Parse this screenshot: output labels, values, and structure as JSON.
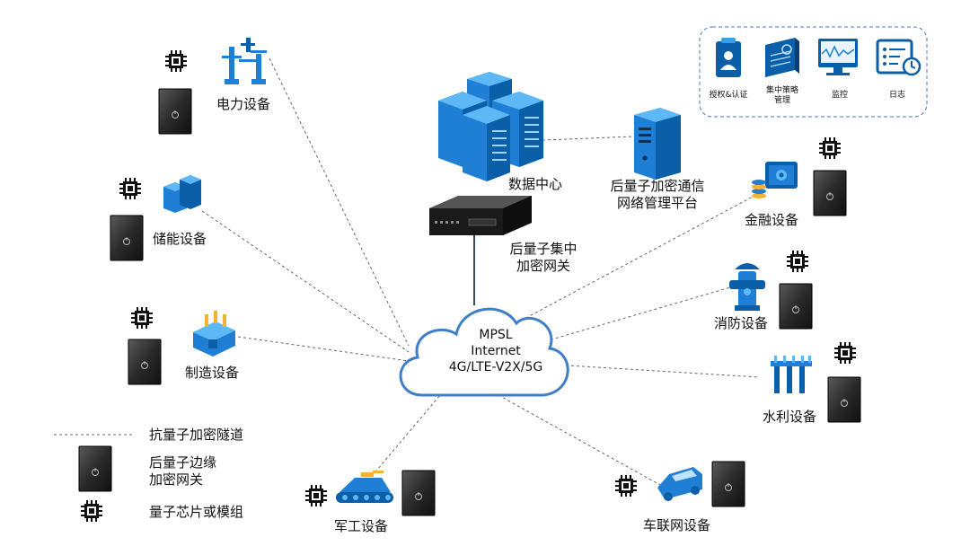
{
  "center": {
    "cloud_line1": "MPSL",
    "cloud_line2": "Internet",
    "cloud_line3": "4G/LTE-V2X/5G"
  },
  "top": {
    "data_center": "数据中心",
    "mgmt_line1": "后量子加密通信",
    "mgmt_line2": "网络管理平台",
    "gateway_line1": "后量子集中",
    "gateway_line2": "加密网关"
  },
  "functions": {
    "auth": "授权&认证",
    "policy_line1": "集中策略",
    "policy_line2": "管理",
    "monitor": "监控",
    "log": "日志"
  },
  "devices": {
    "power": "电力设备",
    "storage": "储能设备",
    "manufacturing": "制造设备",
    "military": "军工设备",
    "finance": "金融设备",
    "fire": "消防设备",
    "water": "水利设备",
    "vehicle": "车联网设备"
  },
  "legend": {
    "tunnel": "抗量子加密隧道",
    "edge_gateway_line1": "后量子边缘",
    "edge_gateway_line2": "加密网关",
    "chip": "量子芯片或模组"
  },
  "colors": {
    "blue_dark": "#0b5ea8",
    "blue_light": "#3aa0e6",
    "cloud_stroke": "#3f7fc8",
    "gateway_dark": "#1a1a1a",
    "link_gray": "#666666"
  }
}
